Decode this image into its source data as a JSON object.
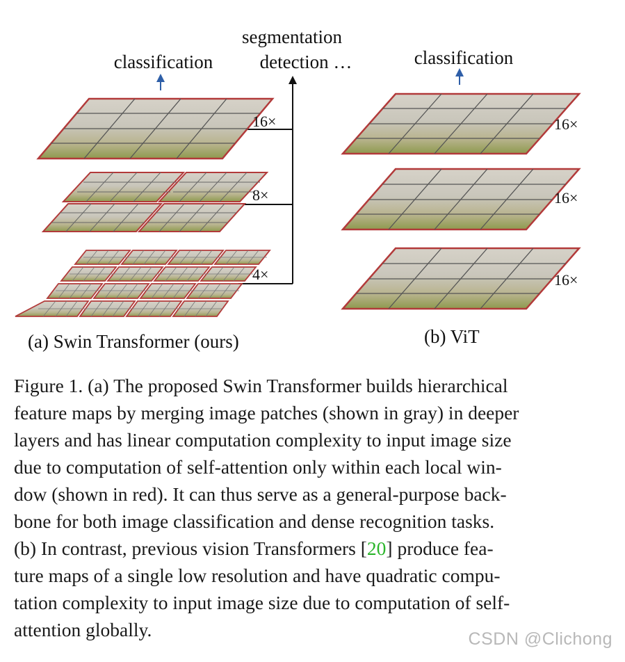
{
  "figure": {
    "swin": {
      "top_label": "classification",
      "branch_label_line1": "segmentation",
      "branch_label_line2": "detection …",
      "scale_labels": [
        "16×",
        "8×",
        "4×"
      ],
      "caption": "(a) Swin Transformer (ours)"
    },
    "vit": {
      "top_label": "classification",
      "scale_labels": [
        "16×",
        "16×",
        "16×"
      ],
      "caption": "(b) ViT"
    }
  },
  "caption": {
    "line1": "Figure 1. (a) The proposed Swin Transformer builds hierarchical",
    "line2": "feature maps by merging image patches (shown in gray) in deeper",
    "line3": "layers and has linear computation complexity to input image size",
    "line4": "due to computation of self-attention only within each local win-",
    "line5": "dow (shown in red). It can thus serve as a general-purpose back-",
    "line6": "bone for both image classification and dense recognition tasks.",
    "line7_before": "(b) In contrast, previous vision Transformers [",
    "line7_cite": "20",
    "line7_after": "] produce fea-",
    "line8": "ture maps of a single low resolution and have quadratic compu-",
    "line9": "tation complexity to input image size due to computation of self-",
    "line10": "attention globally."
  },
  "watermark": "CSDN @Clichong",
  "colors": {
    "window_border": "#b23a3a",
    "arrow_blue": "#2f5fa8",
    "citation": "#2bb52b"
  }
}
